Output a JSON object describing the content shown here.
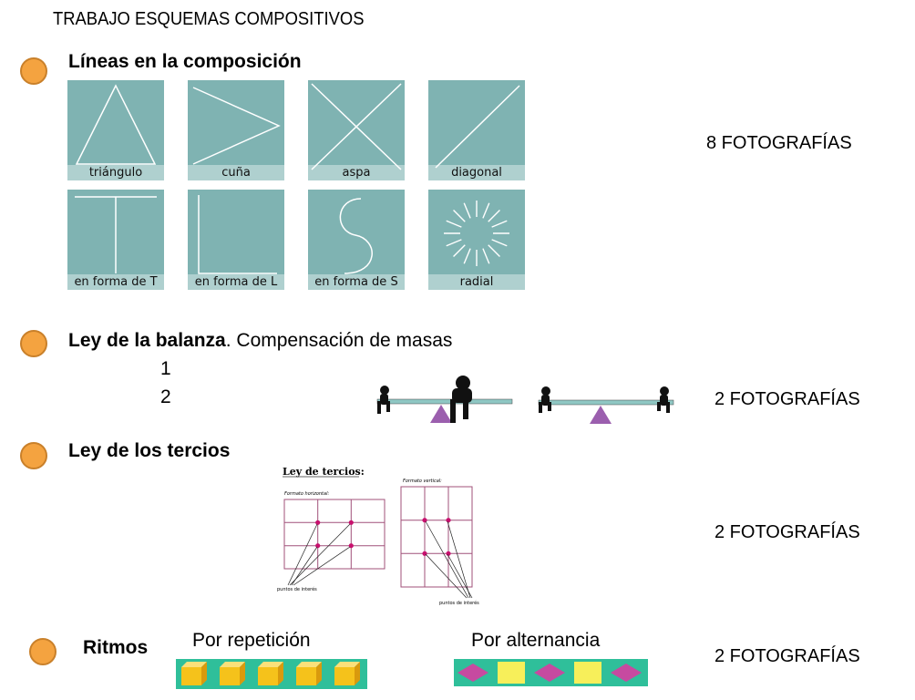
{
  "page": {
    "title": "TRABAJO ESQUEMAS COMPOSITIVOS"
  },
  "sections": {
    "lineas": {
      "heading": "Líneas en la composición",
      "count": "8 FOTOGRAFÍAS",
      "tiles": [
        "triángulo",
        "cuña",
        "aspa",
        "diagonal",
        "en forma de T",
        "en forma de L",
        "en forma de S",
        "radial"
      ]
    },
    "balanza": {
      "heading_bold": "Ley de la balanza",
      "heading_rest": ". Compensación de masas",
      "items": [
        "1",
        "2"
      ],
      "count": "2 FOTOGRAFÍAS"
    },
    "tercios": {
      "heading": "Ley de los tercios",
      "figure_title": "Ley de tercios:",
      "label_horizontal": "Formato horizontal:",
      "label_vertical": "Formato vertical:",
      "label_points_left": "puntos de interés",
      "label_points_right": "puntos de interés",
      "count": "2 FOTOGRAFÍAS"
    },
    "ritmos": {
      "heading": "Ritmos",
      "repeticion": "Por repetición",
      "alternancia": "Por alternancia",
      "count": "2 FOTOGRAFÍAS"
    }
  },
  "colors": {
    "bullet": "#f4a340",
    "tile": "#7fb3b2",
    "grid": "#a0507a",
    "accent_dot": "#c8106e",
    "rhythm_bg": "#2fbf9a",
    "cube": "#f5c21b",
    "diamond": "#c64aa0",
    "square": "#f7ef5a",
    "fulcrum": "#9b5fae"
  }
}
